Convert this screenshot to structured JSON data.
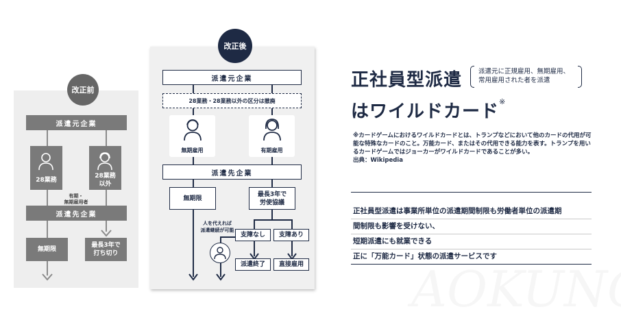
{
  "before": {
    "badge": "改正前",
    "dispatch_origin": "派遣元企業",
    "card_left": "28業務",
    "card_right": "28業務以外",
    "note": "有期・\n無期雇用者",
    "dispatch_dest": "派遣先企業",
    "unlimited": "無期限",
    "max3": "最長3年で\n打ち切り"
  },
  "after": {
    "badge": "改正後",
    "dispatch_origin": "派遣元企業",
    "abolished": "28業務・28業務以外の区分は撤廃",
    "card_left": "無期雇用",
    "card_right": "有期雇用",
    "dispatch_dest": "派遣先企業",
    "unlimited": "無期限",
    "max3": "最長3年で\n労使協議",
    "replace_note": "人を代えれば\n派遣継続が可能",
    "no_obstacle": "支障なし",
    "obstacle": "支障あり",
    "end": "派遣終了",
    "direct_hire": "直接雇用"
  },
  "info": {
    "title_line1": "正社員型派遣",
    "title_note": "派遣元に正規雇用、無期雇用、\n常用雇用された者を派遣",
    "title_line2": "はワイルドカード",
    "title_mark": "※",
    "footnote": "※カードゲームにおけるワイルドカードとは、トランプなどにおいて他のカードの代用が可能な特殊なカードのこと。万能カード、またはその代用できる能力を表す。トランプを用いるカードゲームではジョーカーがワイルドカードであることが多い。\n出典：Wikipedia",
    "summary": [
      "正社員型派遣は事業所単位の派遣期間制限も労働者単位の派遣期",
      "間制限も影響を受けない、",
      "短期派遣にも就業できる",
      "正に「万能カード」状態の派遣サービスです"
    ]
  },
  "colors": {
    "navy": "#1e2a44",
    "gray": "#7a7a7a"
  }
}
